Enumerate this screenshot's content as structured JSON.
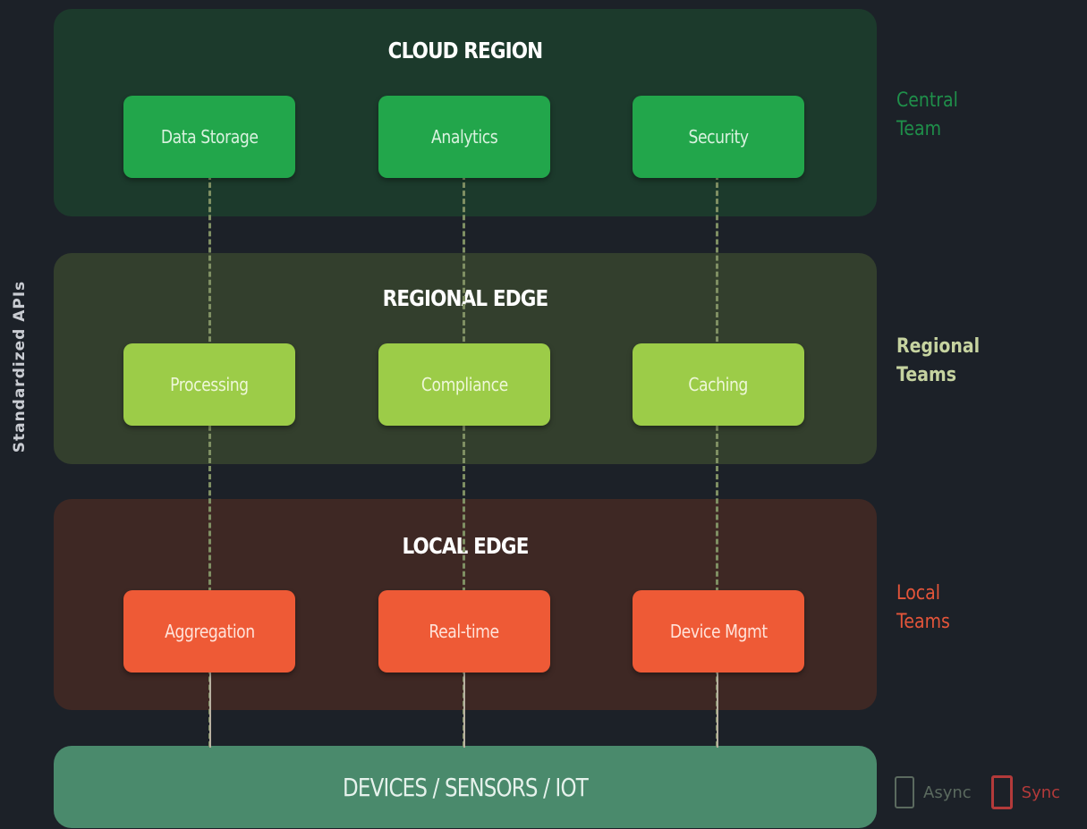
{
  "side_label": "Standardized APIs",
  "layers": {
    "cloud": {
      "title": "CLOUD REGION",
      "items": [
        "Data Storage",
        "Analytics",
        "Security"
      ],
      "team": [
        "Central",
        "Team"
      ]
    },
    "regional": {
      "title": "REGIONAL EDGE",
      "items": [
        "Processing",
        "Compliance",
        "Caching"
      ],
      "team": [
        "Regional",
        "Teams"
      ]
    },
    "local": {
      "title": "LOCAL EDGE",
      "items": [
        "Aggregation",
        "Real-time",
        "Device Mgmt"
      ],
      "team": [
        "Local",
        "Teams"
      ]
    },
    "devices": {
      "title": "DEVICES / SENSORS / IOT"
    }
  },
  "legend": {
    "async_label": "Async",
    "sync_label": "Sync"
  },
  "colors": {
    "background": "#1c2128",
    "cloud_layer": "#1c3a2c",
    "cloud_box": "#22a64b",
    "regional_layer": "#333f2d",
    "regional_box": "#9ccc48",
    "local_layer": "#3e2824",
    "local_box": "#ee5a36",
    "devices_layer": "#4a8a6c"
  }
}
